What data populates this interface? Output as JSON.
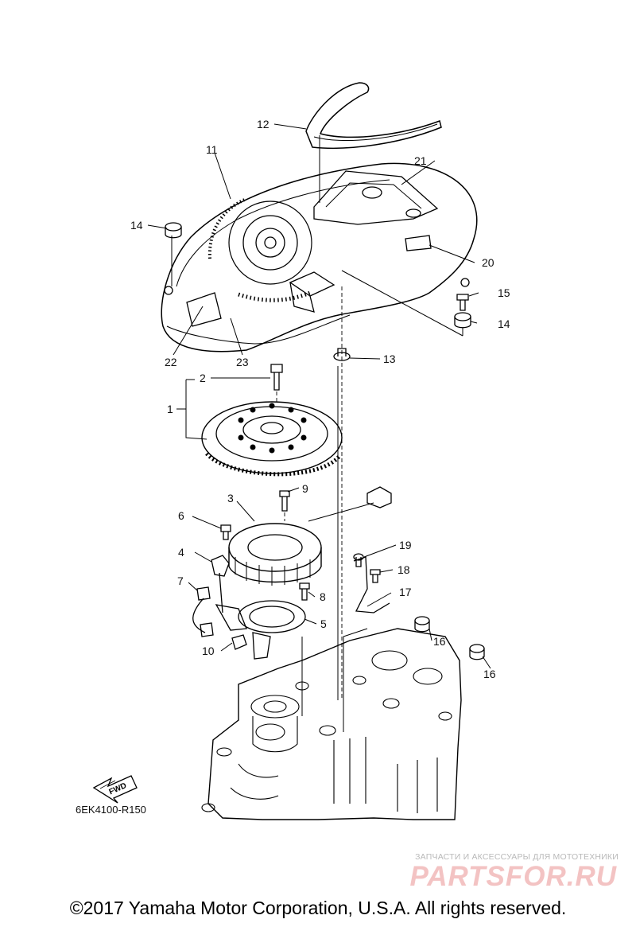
{
  "diagram": {
    "part_code": "6EK4100-R150",
    "direction_label": "FWD",
    "callouts": [
      {
        "id": "c1",
        "label": "1"
      },
      {
        "id": "c2",
        "label": "2"
      },
      {
        "id": "c3",
        "label": "3"
      },
      {
        "id": "c4",
        "label": "4"
      },
      {
        "id": "c5",
        "label": "5"
      },
      {
        "id": "c6",
        "label": "6"
      },
      {
        "id": "c7",
        "label": "7"
      },
      {
        "id": "c8",
        "label": "8"
      },
      {
        "id": "c9",
        "label": "9"
      },
      {
        "id": "c10",
        "label": "10"
      },
      {
        "id": "c11",
        "label": "11"
      },
      {
        "id": "c12",
        "label": "12"
      },
      {
        "id": "c13",
        "label": "13"
      },
      {
        "id": "c14a",
        "label": "14"
      },
      {
        "id": "c14b",
        "label": "14"
      },
      {
        "id": "c15",
        "label": "15"
      },
      {
        "id": "c16a",
        "label": "16"
      },
      {
        "id": "c16b",
        "label": "16"
      },
      {
        "id": "c17",
        "label": "17"
      },
      {
        "id": "c18",
        "label": "18"
      },
      {
        "id": "c19",
        "label": "19"
      },
      {
        "id": "c20",
        "label": "20"
      },
      {
        "id": "c21",
        "label": "21"
      },
      {
        "id": "c22",
        "label": "22"
      },
      {
        "id": "c23",
        "label": "23"
      }
    ]
  },
  "watermark": {
    "tagline": "ЗАПЧАСТИ И АКСЕССУАРЫ ДЛЯ МОТОТЕХНИКИ",
    "logo_text": "PARTSFOR.RU",
    "color": "#f3c3c3"
  },
  "footer": {
    "copyright": "©2017 Yamaha Motor Corporation, U.S.A. All rights reserved."
  }
}
